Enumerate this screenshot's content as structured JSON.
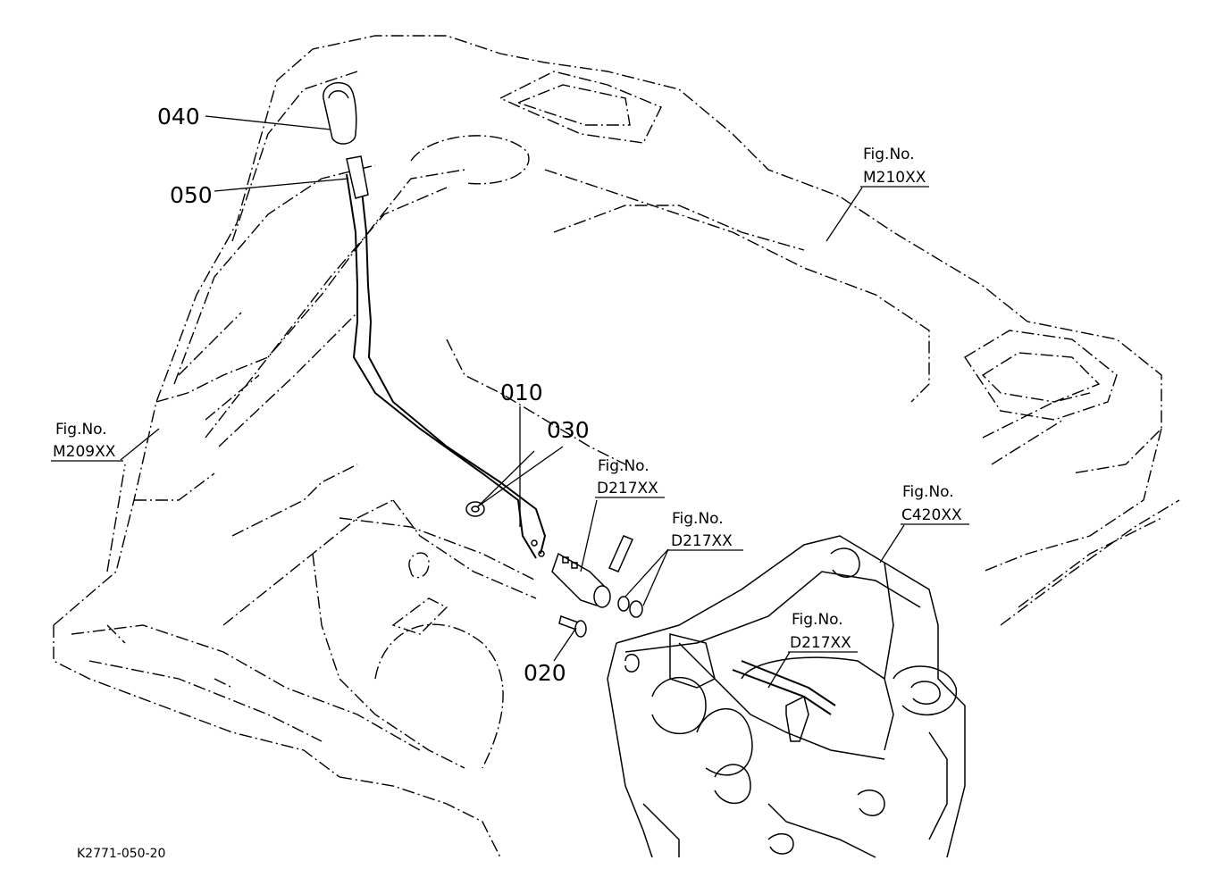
{
  "parts": {
    "p040": "040",
    "p050": "050",
    "p010": "010",
    "p030": "030",
    "p020": "020"
  },
  "refs": {
    "fig_label": "Fig.No.",
    "m210": "M210XX",
    "m209": "M209XX",
    "d217_a": "D217XX",
    "d217_b": "D217XX",
    "d217_c": "D217XX",
    "c420": "C420XX"
  },
  "drawing_code": "K2771-050-20"
}
